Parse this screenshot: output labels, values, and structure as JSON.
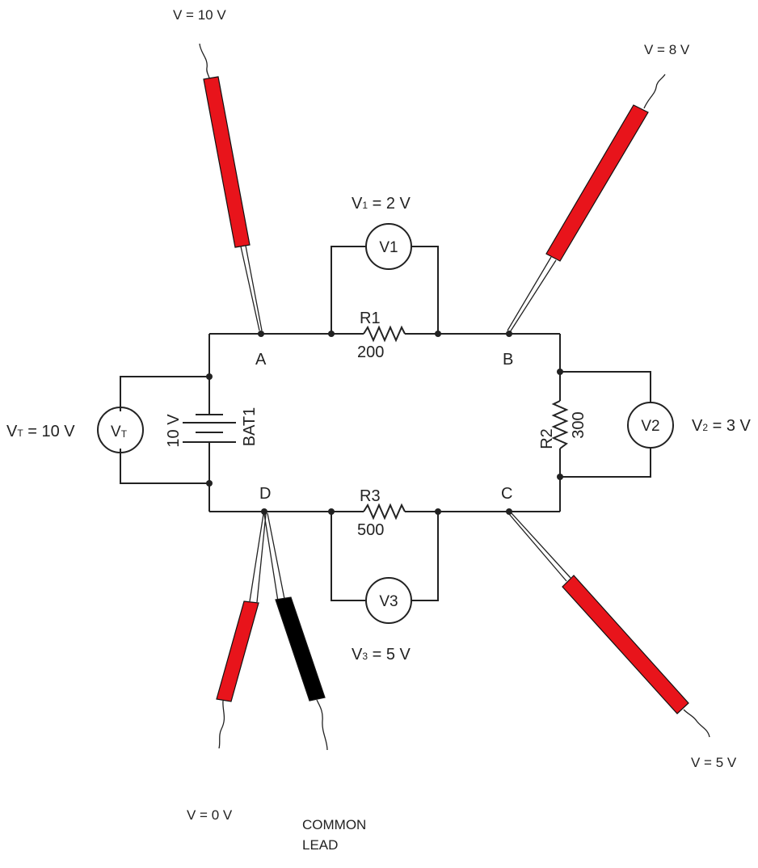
{
  "nodes": {
    "a": "A",
    "b": "B",
    "c": "C",
    "d": "D"
  },
  "battery": {
    "name": "BAT1",
    "value": "10 V"
  },
  "resistors": [
    {
      "name": "R1",
      "value": "200"
    },
    {
      "name": "R2",
      "value": "300"
    },
    {
      "name": "R3",
      "value": "500"
    }
  ],
  "meters": {
    "vt": {
      "label_main": "V",
      "label_sub": "T"
    },
    "v1": {
      "label": "V1"
    },
    "v2": {
      "label": "V2"
    },
    "v3": {
      "label": "V3"
    }
  },
  "readings": {
    "vt": {
      "prefix": "V",
      "sub": "T",
      "suffix": " = 10 V"
    },
    "v1": {
      "prefix": "V",
      "sub": "1",
      "suffix": " = 2 V"
    },
    "v2": {
      "prefix": "V",
      "sub": "2",
      "suffix": " = 3 V"
    },
    "v3": {
      "prefix": "V",
      "sub": "3",
      "suffix": " = 5 V"
    }
  },
  "probes": {
    "a": {
      "reading": "V = 10 V",
      "color": "#e8141b"
    },
    "b": {
      "reading": "V = 8 V",
      "color": "#e8141b"
    },
    "c": {
      "reading": "V = 5 V",
      "color": "#e8141b"
    },
    "d": {
      "reading": "V = 0 V",
      "color": "#e8141b"
    },
    "common": {
      "label_line1": "COMMON",
      "label_line2": "LEAD",
      "color": "#000000"
    }
  }
}
